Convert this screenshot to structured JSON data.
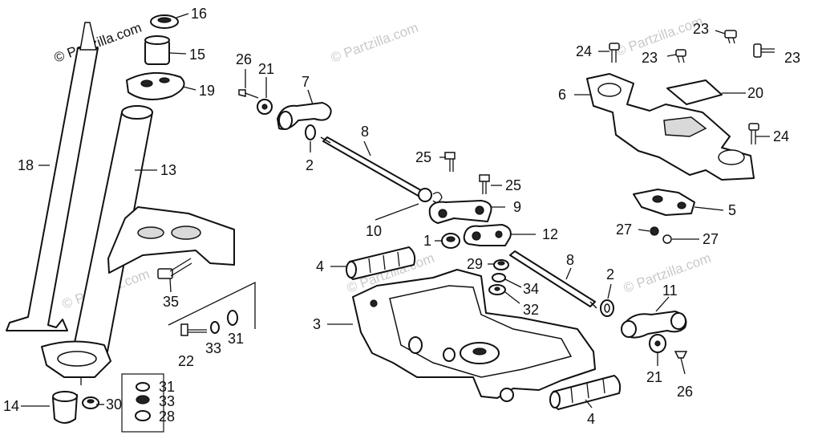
{
  "watermark": "© Partzilla.com",
  "callouts": [
    {
      "id": "c16",
      "text": "16"
    },
    {
      "id": "c15",
      "text": "15"
    },
    {
      "id": "c19",
      "text": "19"
    },
    {
      "id": "c18",
      "text": "18"
    },
    {
      "id": "c13",
      "text": "13"
    },
    {
      "id": "c35",
      "text": "35"
    },
    {
      "id": "c22",
      "text": "22"
    },
    {
      "id": "c33a",
      "text": "33"
    },
    {
      "id": "c31a",
      "text": "31"
    },
    {
      "id": "c31b",
      "text": "31"
    },
    {
      "id": "c33b",
      "text": "33"
    },
    {
      "id": "c28",
      "text": "28"
    },
    {
      "id": "c14",
      "text": "14"
    },
    {
      "id": "c30",
      "text": "30"
    },
    {
      "id": "c26a",
      "text": "26"
    },
    {
      "id": "c21a",
      "text": "21"
    },
    {
      "id": "c7",
      "text": "7"
    },
    {
      "id": "c8a",
      "text": "8"
    },
    {
      "id": "c2a",
      "text": "2"
    },
    {
      "id": "c25a",
      "text": "25"
    },
    {
      "id": "c25b",
      "text": "25"
    },
    {
      "id": "c9",
      "text": "9"
    },
    {
      "id": "c10",
      "text": "10"
    },
    {
      "id": "c1",
      "text": "1"
    },
    {
      "id": "c12",
      "text": "12"
    },
    {
      "id": "c4a",
      "text": "4"
    },
    {
      "id": "c29",
      "text": "29"
    },
    {
      "id": "c34",
      "text": "34"
    },
    {
      "id": "c32",
      "text": "32"
    },
    {
      "id": "c8b",
      "text": "8"
    },
    {
      "id": "c2b",
      "text": "2"
    },
    {
      "id": "c3",
      "text": "3"
    },
    {
      "id": "c4b",
      "text": "4"
    },
    {
      "id": "c11",
      "text": "11"
    },
    {
      "id": "c21b",
      "text": "21"
    },
    {
      "id": "c26b",
      "text": "26"
    },
    {
      "id": "c23a",
      "text": "23"
    },
    {
      "id": "c24a",
      "text": "24"
    },
    {
      "id": "c23b",
      "text": "23"
    },
    {
      "id": "c23c",
      "text": "23"
    },
    {
      "id": "c6",
      "text": "6"
    },
    {
      "id": "c20",
      "text": "20"
    },
    {
      "id": "c24b",
      "text": "24"
    },
    {
      "id": "c5",
      "text": "5"
    },
    {
      "id": "c27a",
      "text": "27"
    },
    {
      "id": "c27b",
      "text": "27"
    }
  ]
}
